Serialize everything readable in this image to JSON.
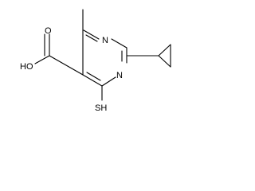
{
  "molecule": {
    "atoms": {
      "n_top": "N",
      "n_bottom": "N",
      "oh": "HO",
      "o_carbonyl": "O",
      "sh": "SH"
    }
  },
  "colors": {
    "bond": "#000000",
    "label": "#000000",
    "background": "#ffffff"
  }
}
